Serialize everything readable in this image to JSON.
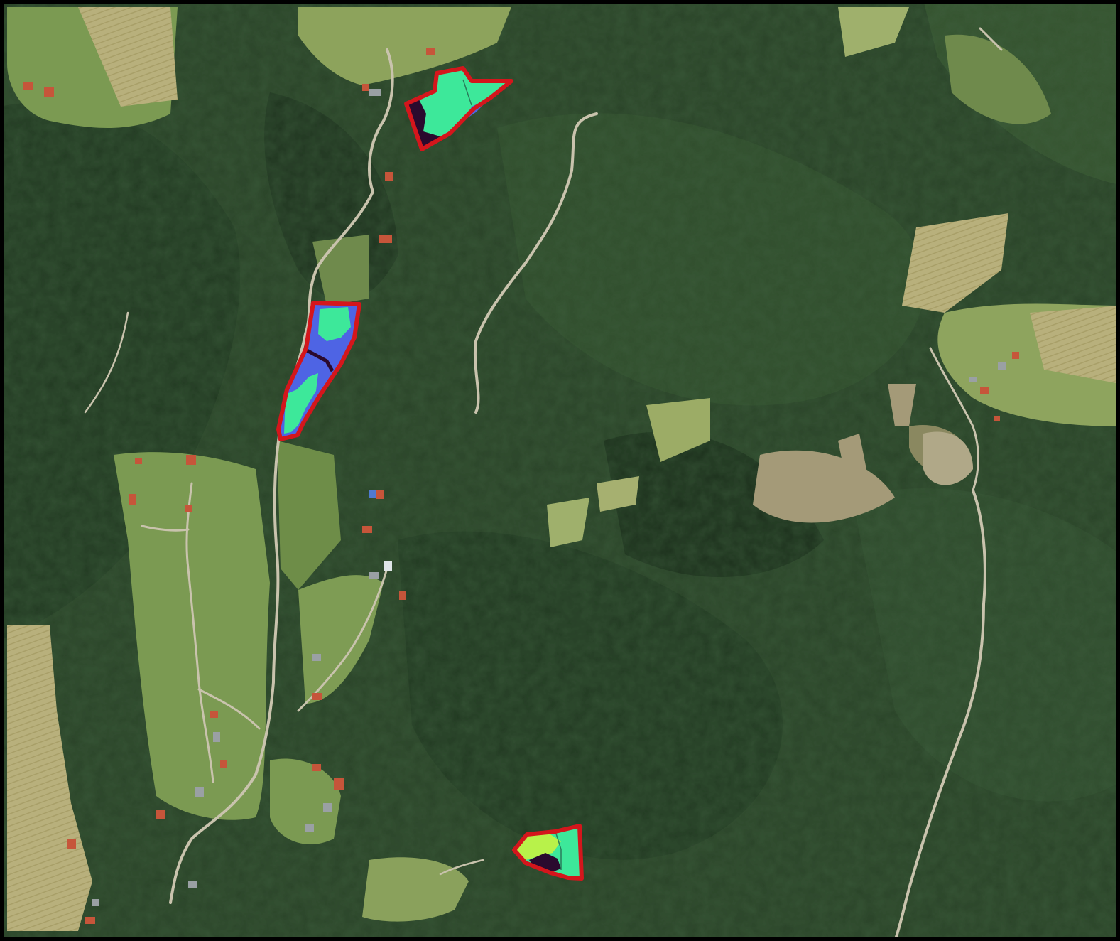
{
  "map": {
    "type": "aerial orthophoto",
    "colors": {
      "frame": "#000000",
      "forest_base": "#2a4328",
      "forest_dark": "#1a2c1b",
      "forest_mid": "#34532f",
      "meadow": "#7b9a52",
      "meadow_light": "#9fb06c",
      "hay_field": "#b8b07c",
      "clearing": "#a49a78",
      "road": "#c9c3ad",
      "roof": "#c6553a",
      "roof_grey": "#9aa0a4",
      "parcel_outline": "#d4161c",
      "class_mint": "#3de89a",
      "class_blue": "#4e64e4",
      "class_dark": "#2a0a2e",
      "class_lime": "#b8f24a"
    },
    "parcels": [
      {
        "id": "parcel-north",
        "classes": [
          "class_mint",
          "class_dark",
          "class_blue"
        ]
      },
      {
        "id": "parcel-west",
        "classes": [
          "class_blue",
          "class_mint",
          "class_dark"
        ]
      },
      {
        "id": "parcel-south",
        "classes": [
          "class_lime",
          "class_mint",
          "class_dark"
        ]
      }
    ]
  }
}
